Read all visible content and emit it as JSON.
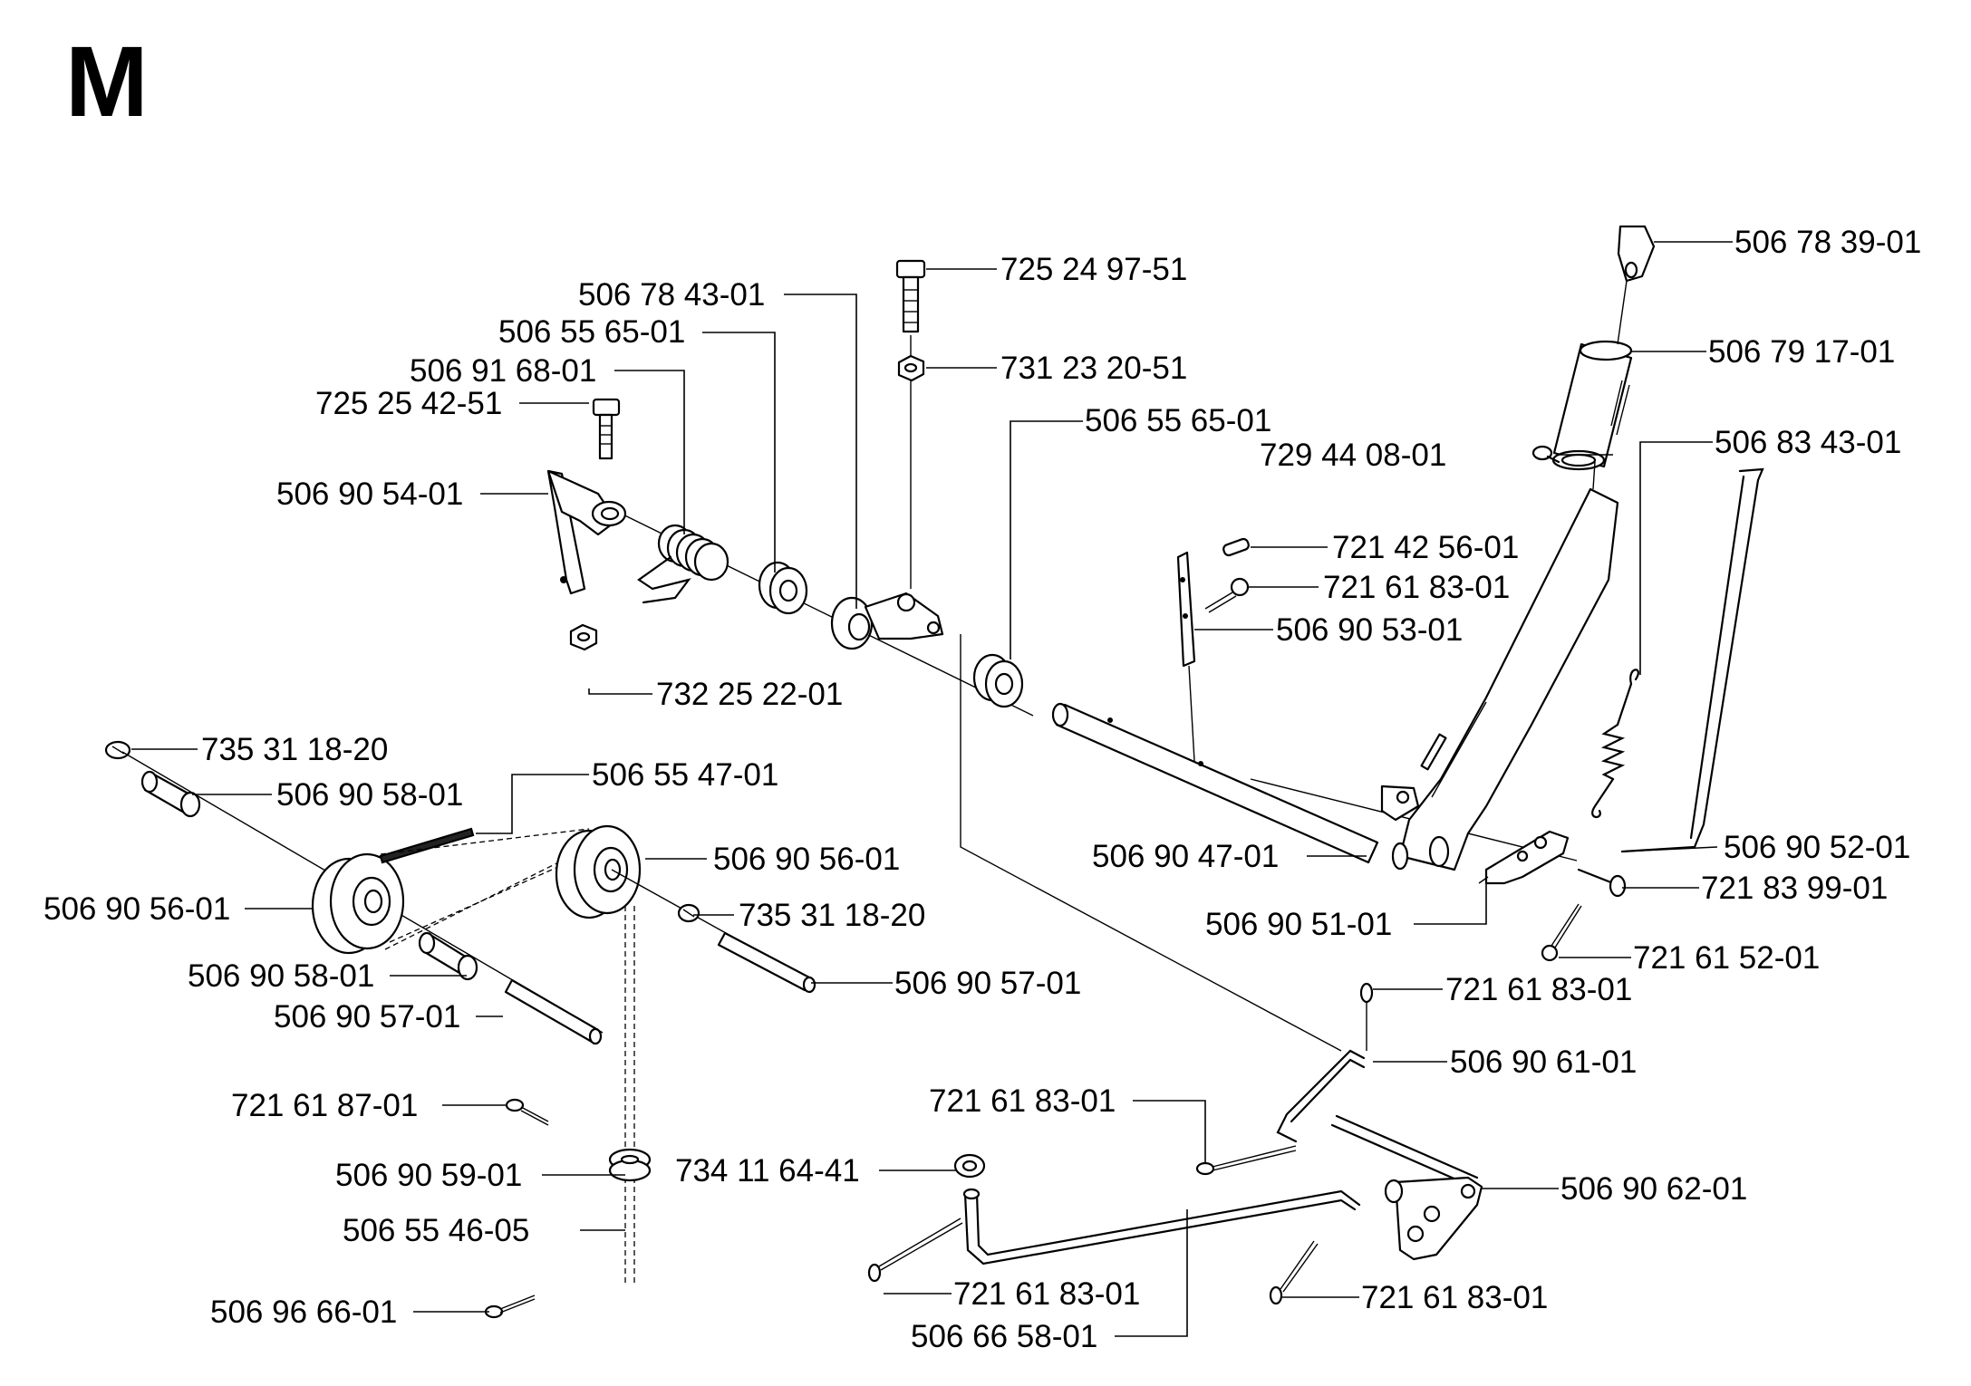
{
  "section_letter": "M",
  "parts": [
    {
      "id": "p1",
      "number": "506 78 39-01"
    },
    {
      "id": "p2",
      "number": "506 79 17-01"
    },
    {
      "id": "p3",
      "number": "725 24 97-51"
    },
    {
      "id": "p4",
      "number": "506 78 43-01"
    },
    {
      "id": "p5",
      "number": "506 55 65-01"
    },
    {
      "id": "p6",
      "number": "731 23 20-51"
    },
    {
      "id": "p7",
      "number": "506 91 68-01"
    },
    {
      "id": "p8",
      "number": "725 25 42-51"
    },
    {
      "id": "p9",
      "number": "506 55 65-01"
    },
    {
      "id": "p10",
      "number": "729 44 08-01"
    },
    {
      "id": "p11",
      "number": "506 83 43-01"
    },
    {
      "id": "p12",
      "number": "506 90 54-01"
    },
    {
      "id": "p13",
      "number": "721 42 56-01"
    },
    {
      "id": "p14",
      "number": "721 61 83-01"
    },
    {
      "id": "p15",
      "number": "506 90 53-01"
    },
    {
      "id": "p16",
      "number": "732 25 22-01"
    },
    {
      "id": "p17",
      "number": "735 31 18-20"
    },
    {
      "id": "p18",
      "number": "506 55 47-01"
    },
    {
      "id": "p19",
      "number": "506 90 58-01"
    },
    {
      "id": "p20",
      "number": "506 90 56-01"
    },
    {
      "id": "p21",
      "number": "506 90 47-01"
    },
    {
      "id": "p22",
      "number": "506 90 52-01"
    },
    {
      "id": "p23",
      "number": "506 90 56-01"
    },
    {
      "id": "p24",
      "number": "735 31 18-20"
    },
    {
      "id": "p25",
      "number": "721 83 99-01"
    },
    {
      "id": "p26",
      "number": "506 90 51-01"
    },
    {
      "id": "p27",
      "number": "721 61 52-01"
    },
    {
      "id": "p28",
      "number": "506 90 58-01"
    },
    {
      "id": "p29",
      "number": "506 90 57-01"
    },
    {
      "id": "p30",
      "number": "721 61 83-01"
    },
    {
      "id": "p31",
      "number": "506 90 57-01"
    },
    {
      "id": "p32",
      "number": "506 90 61-01"
    },
    {
      "id": "p33",
      "number": "721 61 87-01"
    },
    {
      "id": "p34",
      "number": "721 61 83-01"
    },
    {
      "id": "p35",
      "number": "506 90 59-01"
    },
    {
      "id": "p36",
      "number": "734 11 64-41"
    },
    {
      "id": "p37",
      "number": "506 90 62-01"
    },
    {
      "id": "p38",
      "number": "506 55 46-05"
    },
    {
      "id": "p39",
      "number": "721 61 83-01"
    },
    {
      "id": "p40",
      "number": "721 61 83-01"
    },
    {
      "id": "p41",
      "number": "506 96 66-01"
    },
    {
      "id": "p42",
      "number": "506 66 58-01"
    }
  ]
}
